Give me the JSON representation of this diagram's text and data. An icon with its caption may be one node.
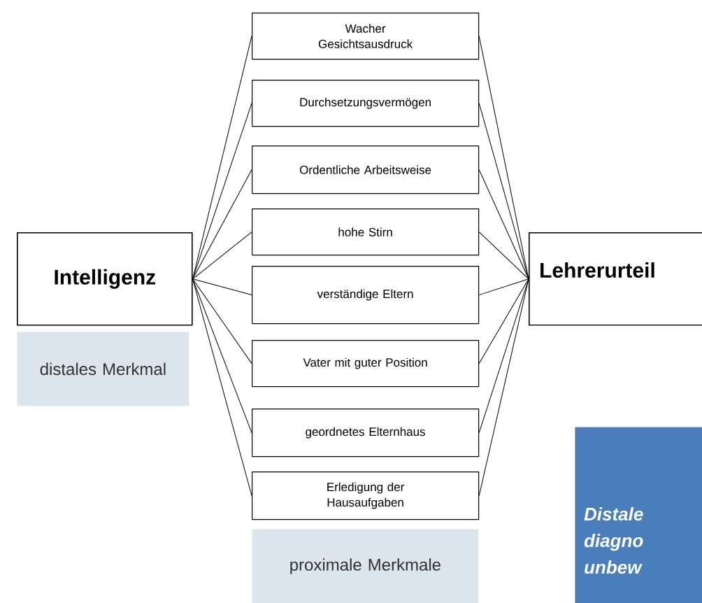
{
  "diagram": {
    "nodes": [
      {
        "text": [
          "Intelligenz"
        ]
      },
      {
        "text": [
          "distales Merkmal"
        ]
      },
      {
        "text": [
          "Wacher Gesichtsausdruck"
        ]
      },
      {
        "text": [
          "Durchsetzungsvermögen"
        ]
      },
      {
        "text": [
          "Ordentliche Arbeitsweise"
        ]
      },
      {
        "text": [
          "hohe Stirn"
        ]
      },
      {
        "text": [
          "verständige Eltern"
        ]
      },
      {
        "text": [
          "Vater mit guter Position"
        ]
      },
      {
        "text": [
          "geordnetes Elternhaus"
        ]
      },
      {
        "text": [
          "Erledigung der Hausaufgaben"
        ]
      },
      {
        "text": [
          "proximale Merkmale"
        ]
      },
      {
        "text": [
          "Lehrerurteil"
        ]
      },
      {
        "text": [
          "Distale diagno unbew"
        ]
      }
    ],
    "edges": [
      {
        "from": 0,
        "to": 2,
        "arrow": "none"
      },
      {
        "from": 0,
        "to": 3,
        "arrow": "none"
      },
      {
        "from": 0,
        "to": 4,
        "arrow": "none"
      },
      {
        "from": 0,
        "to": 5,
        "arrow": "none"
      },
      {
        "from": 0,
        "to": 6,
        "arrow": "none"
      },
      {
        "from": 0,
        "to": 7,
        "arrow": "none"
      },
      {
        "from": 0,
        "to": 8,
        "arrow": "none"
      },
      {
        "from": 0,
        "to": 9,
        "arrow": "none"
      },
      {
        "from": 2,
        "to": 11,
        "arrow": "none"
      },
      {
        "from": 3,
        "to": 11,
        "arrow": "none"
      },
      {
        "from": 4,
        "to": 11,
        "arrow": "none"
      },
      {
        "from": 5,
        "to": 11,
        "arrow": "none"
      },
      {
        "from": 6,
        "to": 11,
        "arrow": "none"
      },
      {
        "from": 7,
        "to": 11,
        "arrow": "none"
      },
      {
        "from": 8,
        "to": 11,
        "arrow": "none"
      },
      {
        "from": 9,
        "to": 11,
        "arrow": "none"
      }
    ]
  }
}
